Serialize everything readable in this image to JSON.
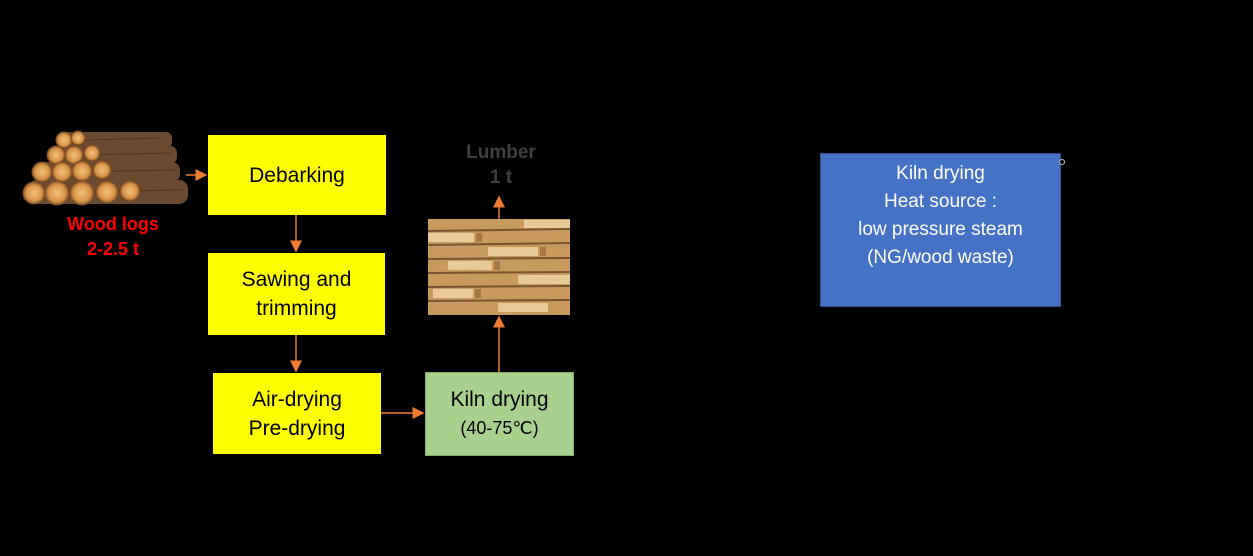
{
  "nodes": {
    "wood_logs": {
      "line1": "Wood logs",
      "line2": "2-2.5 t"
    },
    "debarking": {
      "line1": "Debarking"
    },
    "sawing": {
      "line1": "Sawing and",
      "line2": "trimming"
    },
    "air_drying": {
      "line1": "Air-drying",
      "line2": "Pre-drying"
    },
    "kiln_drying": {
      "line1": "Kiln drying",
      "line2": "(40-75℃)"
    },
    "lumber": {
      "line1": "Lumber",
      "line2": "1 t"
    }
  },
  "callout": {
    "line1": "Kiln drying",
    "line2": "Heat source :",
    "line3": "low pressure steam",
    "line4": "(NG/wood waste)"
  },
  "colors": {
    "process_box": "#ffff00",
    "kiln_box": "#a9d18e",
    "callout_box": "#4472c4",
    "arrow": "#ed7d31",
    "input_label": "#ff0000"
  }
}
